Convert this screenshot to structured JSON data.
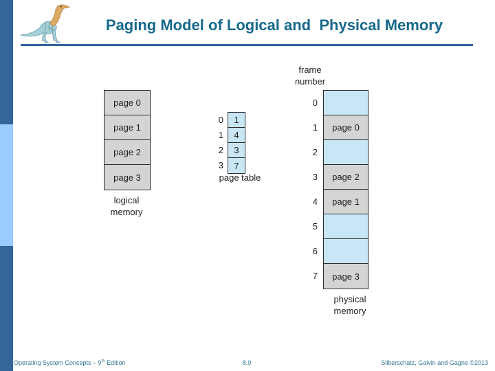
{
  "header": {
    "title": "Paging Model of Logical and  Physical Memory"
  },
  "diagram": {
    "logical_memory": {
      "cells": [
        "page 0",
        "page 1",
        "page 2",
        "page 3"
      ],
      "label_line1": "logical",
      "label_line2": "memory"
    },
    "page_table": {
      "label": "page table",
      "rows": [
        {
          "index": "0",
          "value": "1"
        },
        {
          "index": "1",
          "value": "4"
        },
        {
          "index": "2",
          "value": "3"
        },
        {
          "index": "3",
          "value": "7"
        }
      ]
    },
    "physical_memory": {
      "frame_number_label_line1": "frame",
      "frame_number_label_line2": "number",
      "label_line1": "physical",
      "label_line2": "memory",
      "frames": [
        {
          "number": "0",
          "content": ""
        },
        {
          "number": "1",
          "content": "page 0"
        },
        {
          "number": "2",
          "content": ""
        },
        {
          "number": "3",
          "content": "page 2"
        },
        {
          "number": "4",
          "content": "page 1"
        },
        {
          "number": "5",
          "content": ""
        },
        {
          "number": "6",
          "content": ""
        },
        {
          "number": "7",
          "content": "page 3"
        }
      ]
    }
  },
  "footer": {
    "left_prefix": "Operating System Concepts – 9",
    "left_sup": "th",
    "left_suffix": " Edition",
    "page": "8.9",
    "right": "Silberschatz, Galvin and Gagne ©2013"
  },
  "colors": {
    "accent_dark_blue": "#336699",
    "accent_light_blue": "#99CCFF",
    "title_teal": "#17698C",
    "cell_gray": "#D4D4D4",
    "cell_blue": "#C8E6F5"
  }
}
